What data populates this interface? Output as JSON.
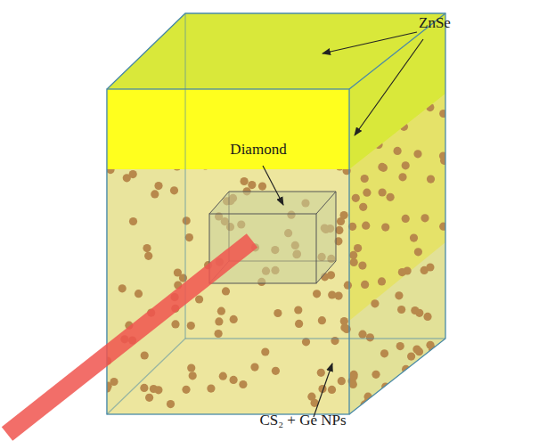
{
  "diagram": {
    "labels": [
      "ZnSe",
      "Diamond",
      "CS₂ + Ge NPs"
    ]
  }
}
